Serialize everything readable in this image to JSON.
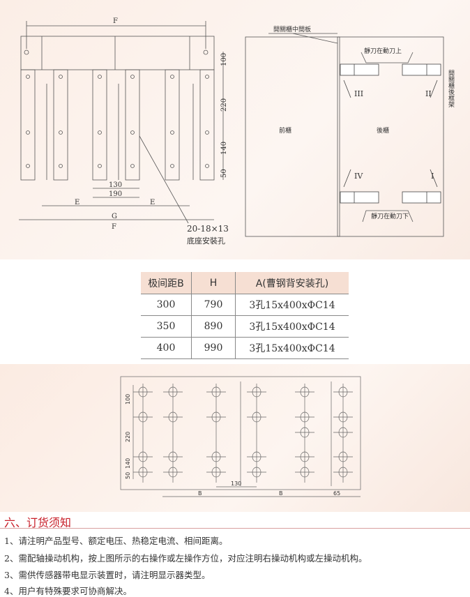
{
  "left_drawing": {
    "dim_F_top": "F",
    "dim_100": "100",
    "dim_220": "220",
    "dim_140": "140",
    "dim_50": "50",
    "dim_130": "130",
    "dim_190": "190",
    "dim_E_left": "E",
    "dim_E_right": "E",
    "dim_G": "G",
    "dim_F_bottom": "F",
    "hole_spec": "20-18×13",
    "hole_label": "底座安裝孔"
  },
  "right_drawing": {
    "middle_plate": "開關櫃中間板",
    "front_cabinet": "前櫃",
    "rear_cabinet": "後櫃",
    "rear_frame": "開關櫃後框架",
    "static_above": "靜刀在動刀上",
    "static_below": "靜刀在動刀下",
    "pos_I": "I",
    "pos_II": "II",
    "pos_III": "III",
    "pos_IV": "IV"
  },
  "table": {
    "headers": [
      "极间距B",
      "H",
      "A(曹钢背安装孔)"
    ],
    "rows": [
      [
        "300",
        "790",
        "3孔15x400xΦC14"
      ],
      [
        "350",
        "890",
        "3孔15x400xΦC14"
      ],
      [
        "400",
        "990",
        "3孔15x400xΦC14"
      ]
    ]
  },
  "bottom_drawing": {
    "dim_100": "100",
    "dim_220": "220",
    "dim_140": "140",
    "dim_50": "50",
    "dim_130": "130",
    "dim_B1": "B",
    "dim_B2": "B",
    "dim_65": "65"
  },
  "ordering": {
    "heading": "六、订货须知",
    "items": [
      "1、请注明产品型号、额定电压、热稳定电流、相间距离。",
      "2、需配轴操动机构，按上图所示的右操作或左操作方位，对应注明右操动机构或左操动机构。",
      "3、需供传感器带电显示装置时，请注明显示器类型。",
      "4、用户有特殊要求可协商解决。"
    ]
  }
}
